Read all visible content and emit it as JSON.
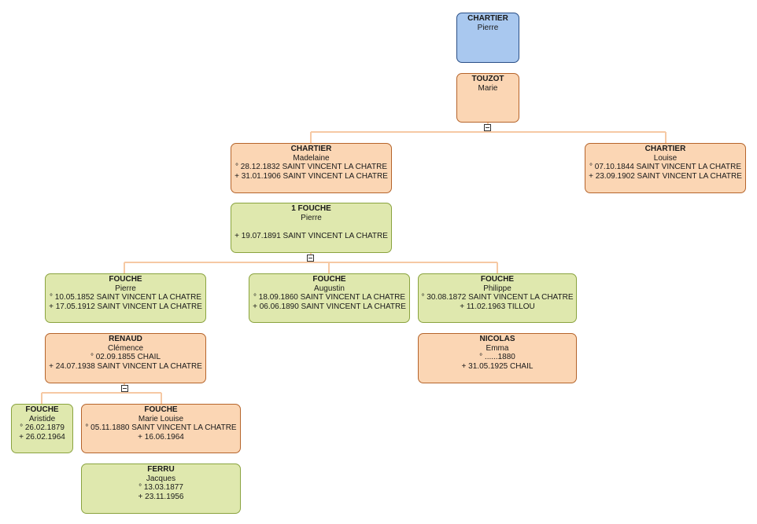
{
  "colors": {
    "connector": "#f6c9a4",
    "blue": "#a9c8ef",
    "orange": "#fbd6b4",
    "green": "#dfe8ae"
  },
  "nodes": {
    "pierre_chartier": {
      "surname": "CHARTIER",
      "lines": [
        "Pierre"
      ]
    },
    "marie_touzot": {
      "surname": "TOUZOT",
      "lines": [
        "Marie"
      ]
    },
    "madelaine_chartier": {
      "surname": "CHARTIER",
      "lines": [
        "Madelaine",
        "° 28.12.1832 SAINT VINCENT LA CHATRE",
        "+ 31.01.1906 SAINT VINCENT LA CHATRE"
      ]
    },
    "louise_chartier": {
      "surname": "CHARTIER",
      "lines": [
        "Louise",
        "° 07.10.1844 SAINT VINCENT LA CHATRE",
        "+ 23.09.1902 SAINT VINCENT LA CHATRE"
      ]
    },
    "pierre_fouche_sp": {
      "surname": "1 FOUCHE",
      "lines": [
        "Pierre",
        "",
        "+ 19.07.1891 SAINT VINCENT LA CHATRE"
      ]
    },
    "pierre_fouche": {
      "surname": "FOUCHE",
      "lines": [
        "Pierre",
        "° 10.05.1852 SAINT VINCENT LA CHATRE",
        "+ 17.05.1912 SAINT VINCENT LA CHATRE"
      ]
    },
    "augustin_fouche": {
      "surname": "FOUCHE",
      "lines": [
        "Augustin",
        "° 18.09.1860 SAINT VINCENT LA CHATRE",
        "+ 06.06.1890 SAINT VINCENT LA CHATRE"
      ]
    },
    "philippe_fouche": {
      "surname": "FOUCHE",
      "lines": [
        "Philippe",
        "° 30.08.1872 SAINT VINCENT LA CHATRE",
        "+ 11.02.1963 TILLOU"
      ]
    },
    "clemence_renaud": {
      "surname": "RENAUD",
      "lines": [
        "Clémence",
        "° 02.09.1855 CHAIL",
        "+ 24.07.1938 SAINT VINCENT LA CHATRE"
      ]
    },
    "emma_nicolas": {
      "surname": "NICOLAS",
      "lines": [
        "Emma",
        "° ......1880",
        "+ 31.05.1925 CHAIL"
      ]
    },
    "aristide_fouche": {
      "surname": "FOUCHE",
      "lines": [
        "Aristide",
        "° 26.02.1879",
        "+ 26.02.1964"
      ]
    },
    "marie_louise_fouche": {
      "surname": "FOUCHE",
      "lines": [
        "Marie Louise",
        "° 05.11.1880 SAINT VINCENT LA CHATRE",
        "+ 16.06.1964"
      ]
    },
    "jacques_ferru": {
      "surname": "FERRU",
      "lines": [
        "Jacques",
        "° 13.03.1877",
        "+ 23.11.1956"
      ]
    }
  }
}
